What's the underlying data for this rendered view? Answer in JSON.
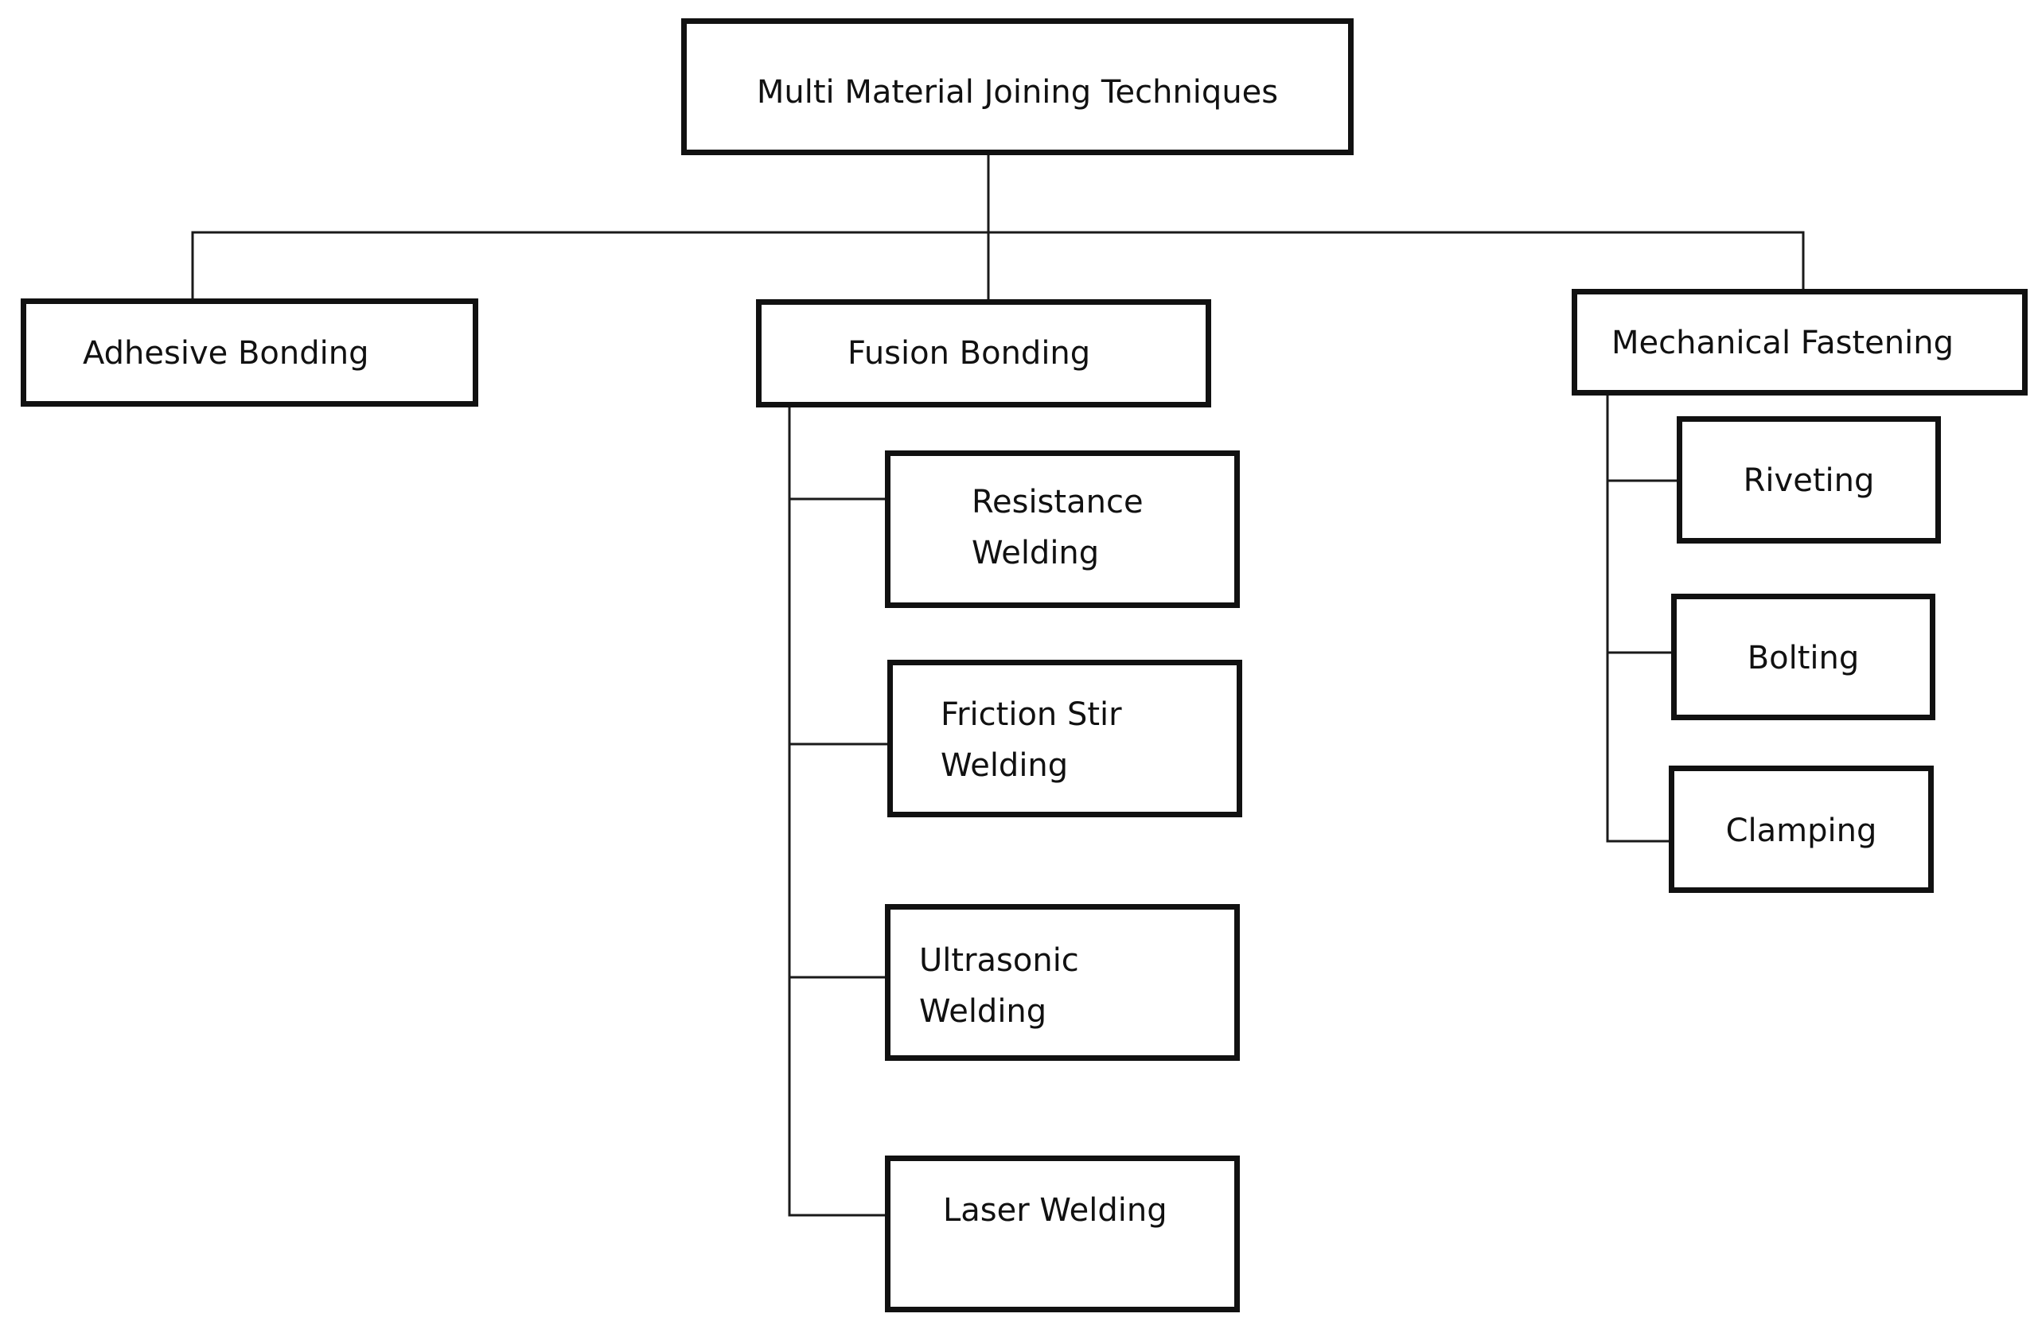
{
  "diagram": {
    "root": {
      "label": "Multi Material Joining Techniques"
    },
    "categories": {
      "adhesive": {
        "label": "Adhesive Bonding"
      },
      "fusion": {
        "label": "Fusion Bonding",
        "children": {
          "resistance": {
            "label": "Resistance\nWelding"
          },
          "friction": {
            "label": "Friction Stir\nWelding"
          },
          "ultrasonic": {
            "label": "Ultrasonic\nWelding"
          },
          "laser": {
            "label": "Laser Welding"
          }
        }
      },
      "mechanical": {
        "label": "Mechanical Fastening",
        "children": {
          "riveting": {
            "label": "Riveting"
          },
          "bolting": {
            "label": "Bolting"
          },
          "clamping": {
            "label": "Clamping"
          }
        }
      }
    }
  }
}
